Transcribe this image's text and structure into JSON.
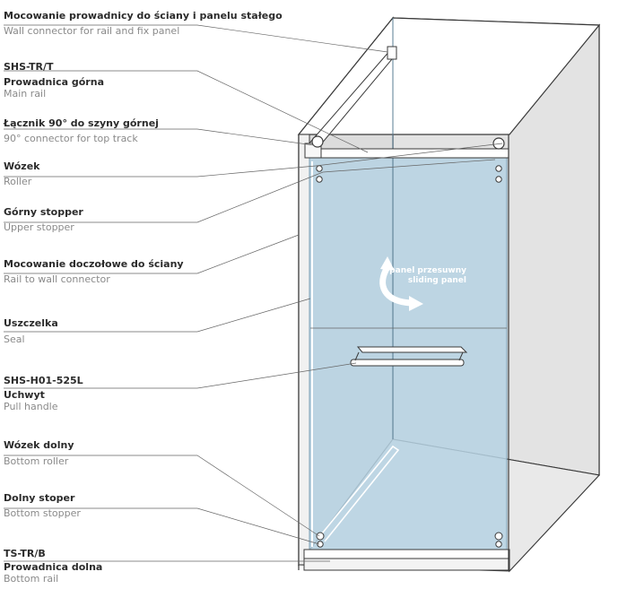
{
  "labels": [
    {
      "pl": "Mocowanie prowadnicy do ściany i panelu stałego",
      "en": "Wall connector for rail and fix panel"
    },
    {
      "code": "SHS-TR/T",
      "pl": "Prowadnica górna",
      "en": "Main rail"
    },
    {
      "pl": "Łącznik 90° do szyny górnej",
      "en": "90° connector for top track"
    },
    {
      "pl": "Wózek",
      "en": "Roller"
    },
    {
      "pl": "Górny stopper",
      "en": "Upper stopper"
    },
    {
      "pl": "Mocowanie doczołowe do ściany",
      "en": "Rail to wall connector"
    },
    {
      "pl": "Uszczelka",
      "en": "Seal"
    },
    {
      "code": "SHS-H01-525L",
      "pl": "Uchwyt",
      "en": "Pull handle"
    },
    {
      "pl": "Wózek dolny",
      "en": "Bottom roller"
    },
    {
      "pl": "Dolny stoper",
      "en": "Bottom stopper"
    },
    {
      "code": "TS-TR/B",
      "pl": "Prowadnica dolna",
      "en": "Bottom rail"
    }
  ],
  "panel_label": {
    "pl": "panel przesuwny",
    "en": "sliding panel"
  },
  "colors": {
    "glass": "#b6d2e3",
    "wall": "#d9d9d9",
    "frame": "#f4f4f4",
    "outline": "#3a3a3a",
    "leader": "#555555",
    "arrow": "#ffffff"
  }
}
